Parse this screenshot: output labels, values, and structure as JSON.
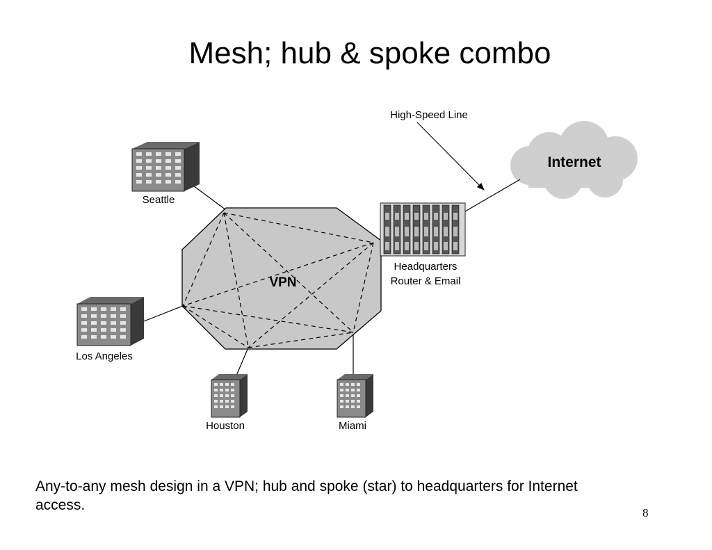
{
  "slide": {
    "title": "Mesh; hub & spoke combo",
    "caption": "Any-to-any mesh design in a VPN; hub and spoke (star) to headquarters for Internet access.",
    "page_number": "8"
  },
  "diagram": {
    "vpn_label": "VPN",
    "internet_label": "Internet",
    "line_callout": "High-Speed Line",
    "headquarters_line1": "Headquarters",
    "headquarters_line2": "Router & Email",
    "sites": {
      "seattle": "Seattle",
      "los_angeles": "Los Angeles",
      "houston": "Houston",
      "miami": "Miami"
    },
    "colors": {
      "vpn_fill": "#c8c8c8",
      "cloud_fill": "#cfcfcf",
      "building_front": "#8a8a8a",
      "building_side": "#3a3a3a",
      "window": "#e6e6e6"
    }
  }
}
